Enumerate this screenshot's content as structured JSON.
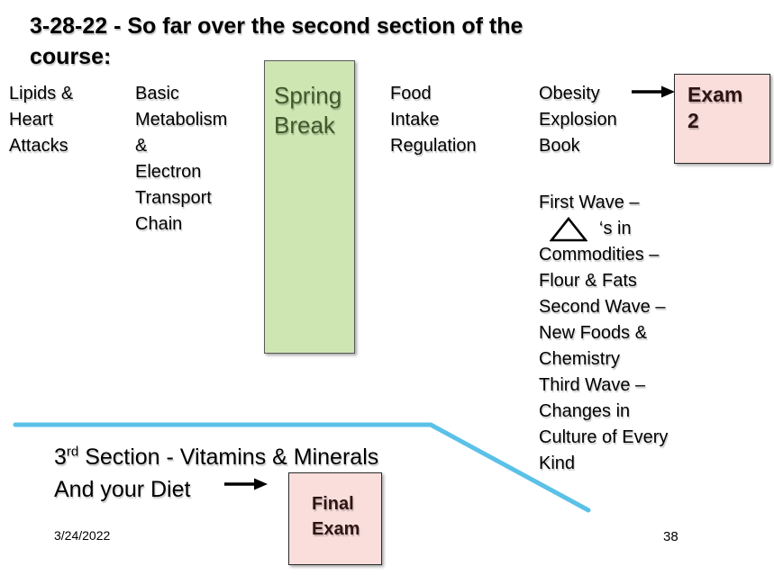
{
  "slide": {
    "title": "3-28-22 - So far over the second section of the\ncourse:",
    "topics": {
      "lipids": "Lipids &\nHeart\nAttacks",
      "basic_metabolism": "Basic\nMetabolism\n&\nElectron\nTransport\nChain",
      "food_intake": "Food\nIntake\nRegulation",
      "obesity_book": "Obesity\nExplosion\nBook"
    },
    "spring_break": {
      "label": "Spring\nBreak"
    },
    "exam2": {
      "label": "Exam\n2"
    },
    "waves": {
      "line1": "First Wave –",
      "delta_suffix": "‘s in",
      "rest": "Commodities –\nFlour & Fats\nSecond Wave –\nNew Foods &\nChemistry\nThird Wave –\nChanges in\nCulture of Every\nKind"
    },
    "third_section": {
      "number": "3",
      "ordinal": "rd",
      "line1_rest": " Section - Vitamins & Minerals",
      "line2": "And your Diet"
    },
    "final_exam": {
      "label": "Final\nExam"
    },
    "footer": {
      "date": "3/24/2022",
      "page_number": "38"
    },
    "icons": {
      "arrow_right": "→",
      "delta_triangle": "△",
      "divider_line": "blue-polyline"
    },
    "colors": {
      "spring_fill": "#cee6b2",
      "spring_text": "#3e582c",
      "exam_fill": "#f9dedb",
      "exam_text": "#2e1412",
      "divider_blue": "#5bc1e7"
    }
  }
}
